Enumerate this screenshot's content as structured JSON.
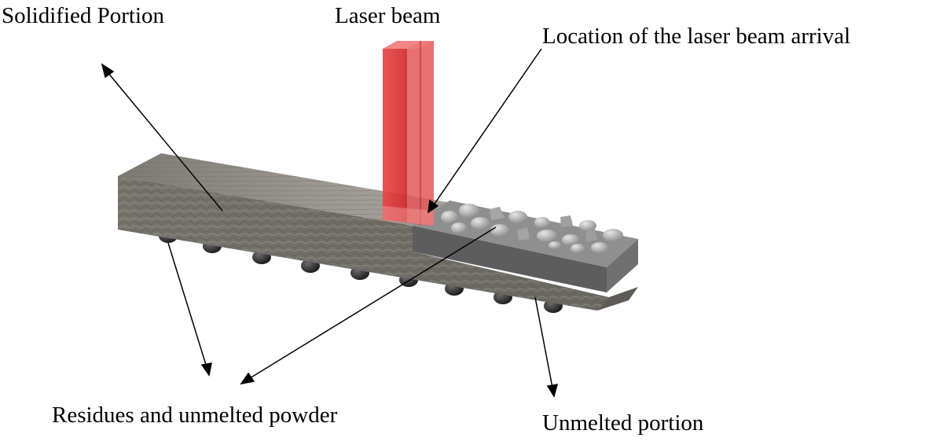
{
  "labels": {
    "solidified": "Solidified Portion",
    "laser_beam": "Laser beam",
    "arrival": "Location of the laser beam arrival",
    "residues": "Residues and unmelted powder",
    "unmelted": "Unmelted portion"
  },
  "colors": {
    "text": "#000000",
    "arrow": "#000000",
    "track_top": "#8a8680",
    "track_side": "#6f6b66",
    "powder_bed_top": "#8e8e8e",
    "powder_bed_side": "#5e5e5e",
    "laser": "#e03030",
    "particle": "#b8b8b8",
    "residue_ball": "#2b2b2b"
  },
  "icons": {
    "arrowhead": "filled-triangle-arrowhead"
  }
}
